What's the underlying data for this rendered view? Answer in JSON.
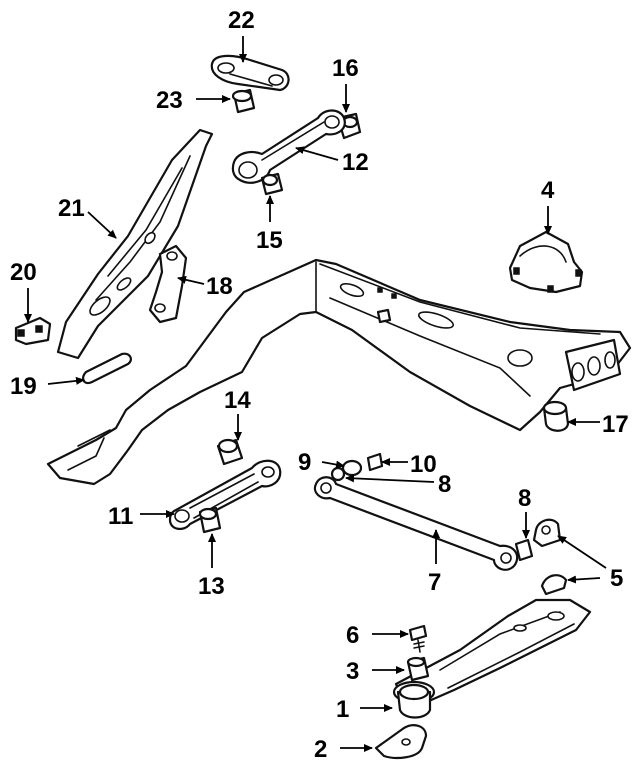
{
  "diagram": {
    "callouts": {
      "c1": "1",
      "c2": "2",
      "c3": "3",
      "c4": "4",
      "c5": "5",
      "c6": "6",
      "c7": "7",
      "c8a": "8",
      "c8b": "8",
      "c9": "9",
      "c10": "10",
      "c11": "11",
      "c12": "12",
      "c13": "13",
      "c14": "14",
      "c15": "15",
      "c16": "16",
      "c17": "17",
      "c18": "18",
      "c19": "19",
      "c20": "20",
      "c21": "21",
      "c22": "22",
      "c23": "23"
    }
  }
}
